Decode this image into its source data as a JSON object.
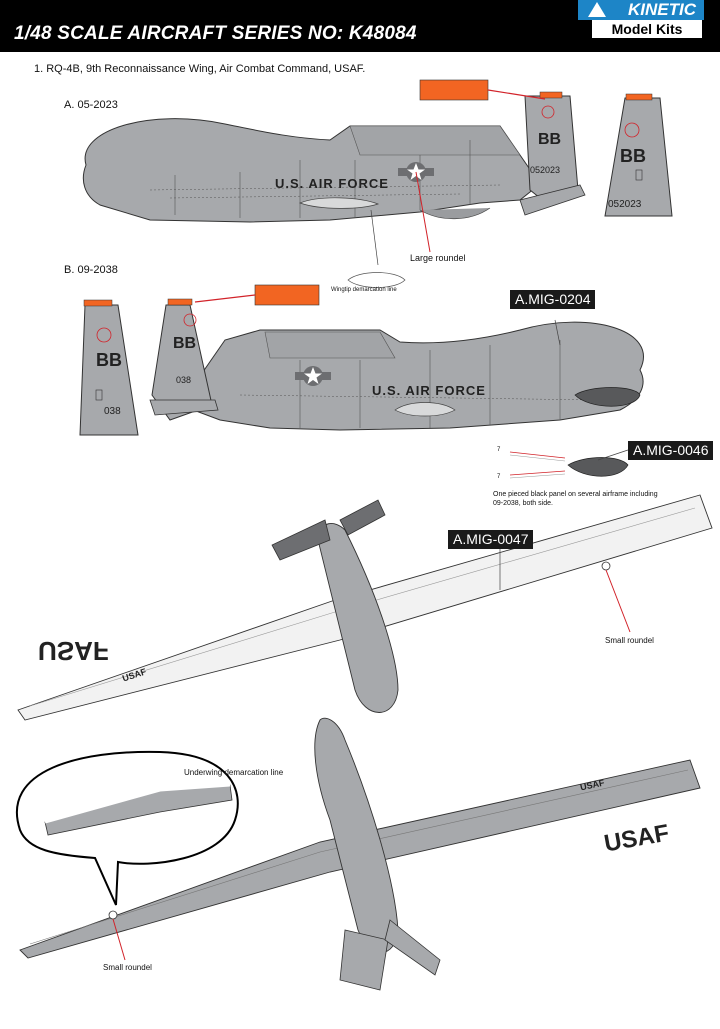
{
  "header": {
    "title": "1/48 SCALE AIRCRAFT SERIES NO: K48084",
    "logo_top": "KINETIC",
    "logo_bottom": "Model Kits"
  },
  "subtitle": "1. RQ-4B, 9th Reconnaissance Wing, Air Combat Command, USAF.",
  "variants": {
    "a": "A. 05-2023",
    "b": "B. 09-2038"
  },
  "markings": {
    "tail_code": "BB",
    "serial_a": "052023",
    "serial_b": "038",
    "side_text": "U.S. AIR FORCE",
    "wing_text": "USAF",
    "panel_number": "7"
  },
  "annotations": {
    "large_roundel": "Large roundel",
    "wingtip_line": "Wingtip demarcation line",
    "small_roundel": "Small roundel",
    "underwing_line": "Underwing demarcation line",
    "note": "One pieced black panel on several airframe including 09-2038, both side."
  },
  "paints": {
    "p0204": "A.MIG-0204",
    "p0046": "A.MIG-0046",
    "p0047": "A.MIG-0047"
  },
  "colors": {
    "airframe_grey": "#a7a9ac",
    "dark_grey": "#6d6e71",
    "panel_black": "#58595b",
    "flag_orange": "#f26522",
    "leader_red": "#d2232a",
    "brand_blue": "#1d85c7"
  }
}
